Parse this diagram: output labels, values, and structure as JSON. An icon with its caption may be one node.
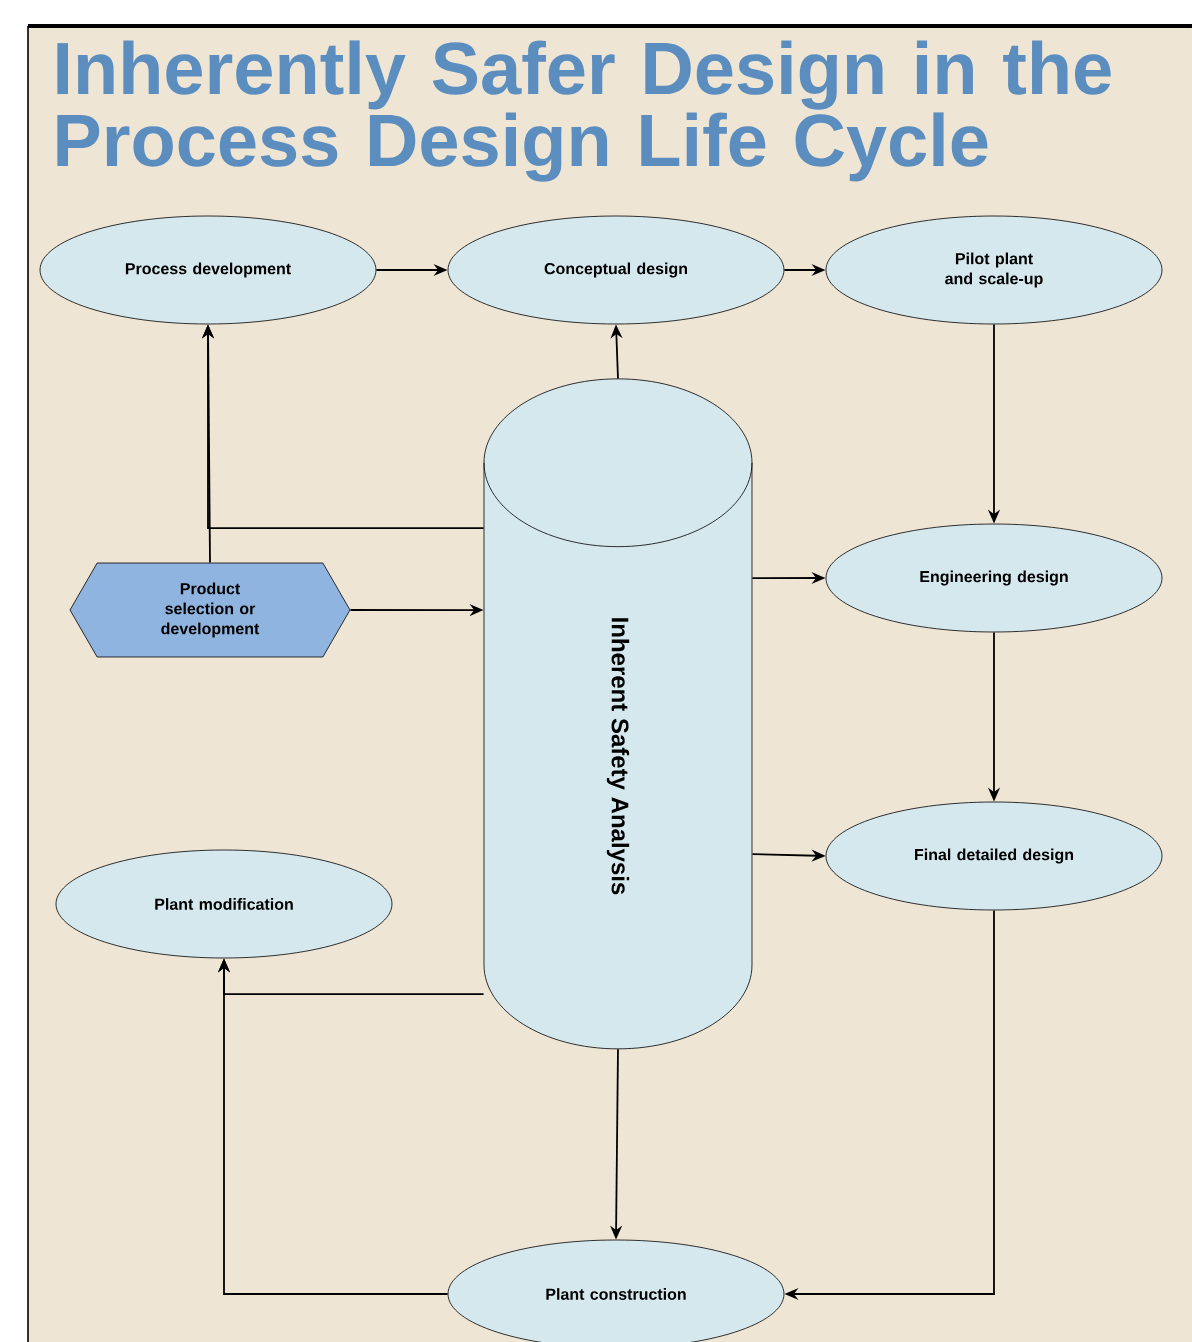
{
  "diagram": {
    "title": "Inherently Safer Design in the Process Design Life Cycle",
    "nodes": [
      {
        "text": [
          "Process development"
        ]
      },
      {
        "text": [
          "Conceptual design"
        ]
      },
      {
        "text": [
          "Pilot plant and scale-up"
        ]
      },
      {
        "text": [
          "Product selection or development"
        ]
      },
      {
        "text": [
          "Inherent Safety Analysis"
        ]
      },
      {
        "text": [
          "Engineering design"
        ]
      },
      {
        "text": [
          "Final detailed design"
        ]
      },
      {
        "text": [
          "Plant modification"
        ]
      },
      {
        "text": [
          "Plant construction"
        ]
      }
    ],
    "edges": [
      {
        "from": 0,
        "to": 1,
        "arrow": "to"
      },
      {
        "from": 1,
        "to": 2,
        "arrow": "to"
      },
      {
        "from": 4,
        "to": 1,
        "arrow": "to"
      },
      {
        "from": 2,
        "to": 5,
        "arrow": "to"
      },
      {
        "from": 4,
        "to": 0,
        "arrow": "to"
      },
      {
        "from": 3,
        "to": 0,
        "arrow": "to"
      },
      {
        "from": 3,
        "to": 4,
        "arrow": "to"
      },
      {
        "from": 4,
        "to": 5,
        "arrow": "to"
      },
      {
        "from": 5,
        "to": 6,
        "arrow": "to"
      },
      {
        "from": 4,
        "to": 6,
        "arrow": "to"
      },
      {
        "from": 4,
        "to": 7,
        "arrow": "to"
      },
      {
        "from": 8,
        "to": 7,
        "arrow": "to"
      },
      {
        "from": 4,
        "to": 8,
        "arrow": "to"
      },
      {
        "from": 6,
        "to": 8,
        "arrow": "to"
      }
    ]
  }
}
